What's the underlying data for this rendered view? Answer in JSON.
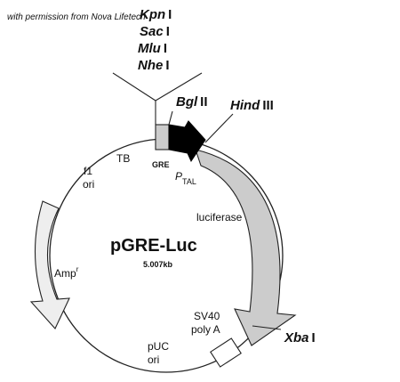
{
  "credit": "with permission from Nova Lifetech",
  "plasmid": {
    "name": "pGRE-Luc",
    "size": "5.007kb"
  },
  "restriction_sites": [
    {
      "name": "Kpn",
      "suffix": "I"
    },
    {
      "name": "Sac",
      "suffix": "I"
    },
    {
      "name": "Mlu",
      "suffix": "I"
    },
    {
      "name": "Nhe",
      "suffix": "I"
    },
    {
      "name": "Bgl",
      "suffix": "II"
    },
    {
      "name": "Hind",
      "suffix": "III"
    },
    {
      "name": "Xba",
      "suffix": "I"
    }
  ],
  "features": {
    "gre": "GRE",
    "ptal_p": "P",
    "ptal_sub": "TAL",
    "tb": "TB",
    "f1": "f1",
    "f1_ori": "ori",
    "luciferase": "luciferase",
    "amp": "Amp",
    "amp_sup": "r",
    "sv40_line1": "SV40",
    "sv40_line2": "poly A",
    "puc": "pUC",
    "puc_ori": "ori"
  },
  "colors": {
    "line": "#222222",
    "luciferase_fill": "#cccccc",
    "amp_fill": "#eeeeee",
    "promoter_fill": "#000000",
    "gre_fill": "#cccccc"
  }
}
